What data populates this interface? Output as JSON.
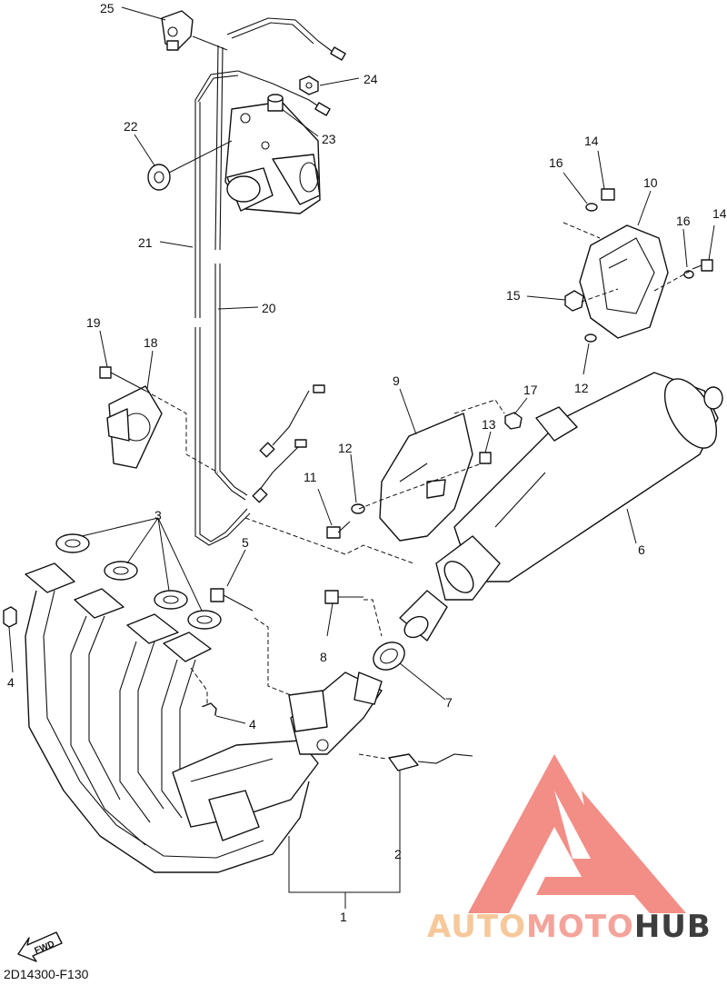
{
  "diagram_code": "2D14300-F130",
  "fwd_label": "FWD",
  "watermark": {
    "part1": "AUTO",
    "part2": "MOTO",
    "part3": "HUB",
    "colors": {
      "logo_red": "#f07b72",
      "auto": "#f6c89a",
      "moto": "#f4a39b",
      "hub": "#3d3d3d"
    }
  },
  "callouts": [
    "1",
    "2",
    "3",
    "4",
    "4",
    "5",
    "6",
    "7",
    "8",
    "9",
    "10",
    "11",
    "12",
    "12",
    "13",
    "14",
    "14",
    "15",
    "16",
    "16",
    "17",
    "18",
    "19",
    "20",
    "21",
    "22",
    "23",
    "24",
    "25"
  ]
}
